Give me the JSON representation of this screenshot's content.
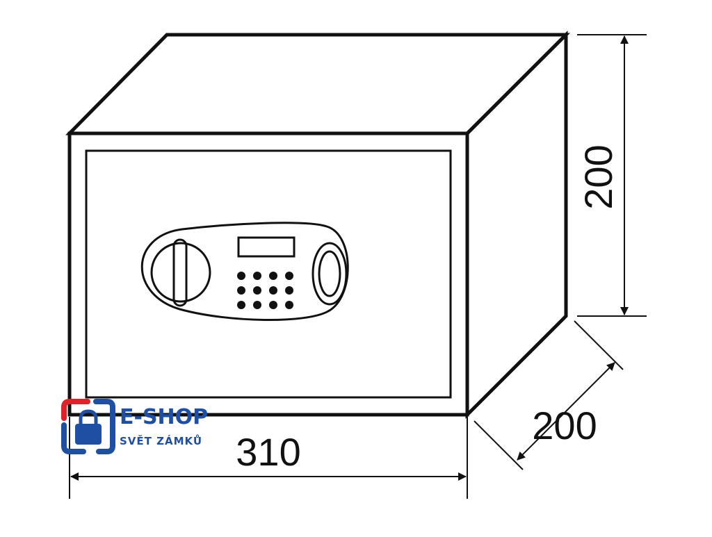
{
  "dimensions": {
    "width": "310",
    "height": "200",
    "depth": "200"
  },
  "logo": {
    "title": "E-SHOP",
    "subtitle": "SVĚT ZÁMKŮ",
    "colors": {
      "blue": "#1e4fa3",
      "red": "#e0202a"
    },
    "icon": "padlock-icon"
  },
  "line_color": "#111111"
}
